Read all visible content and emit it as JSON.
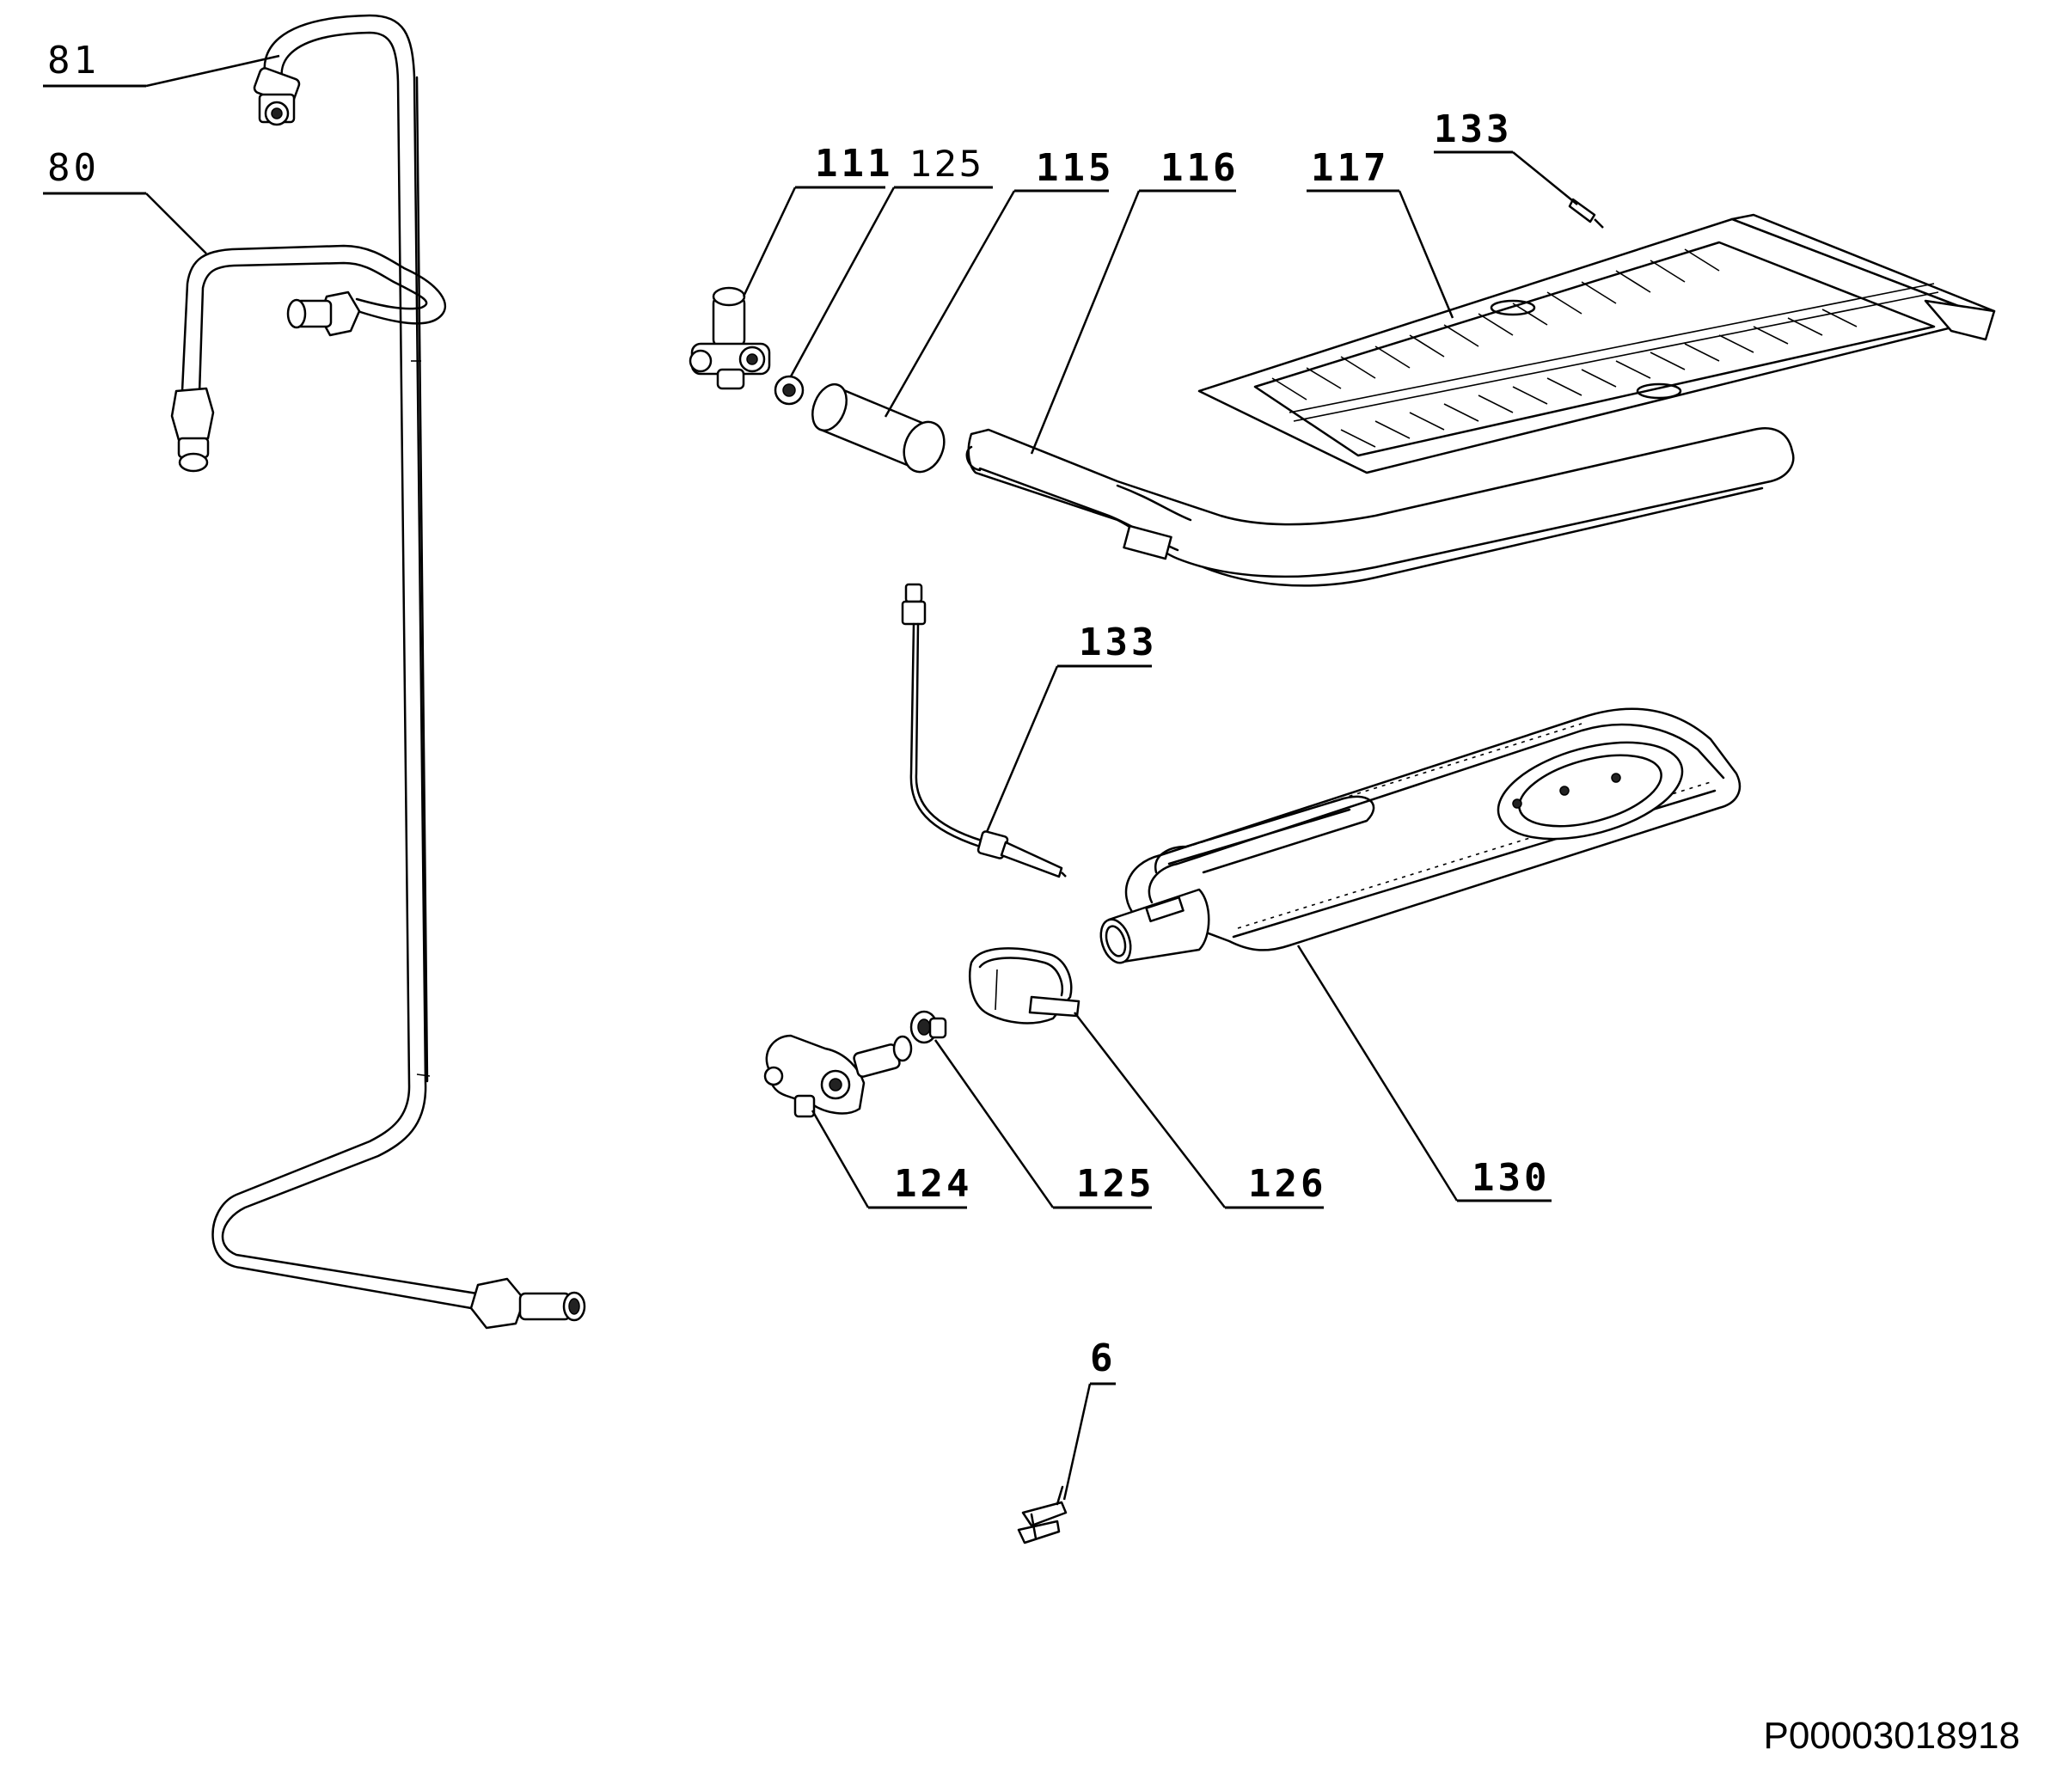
{
  "labels": {
    "l81": "81",
    "l80": "80",
    "l111": "111",
    "l125_top": "125",
    "l115": "115",
    "l116": "116",
    "l117": "117",
    "l133_top": "133",
    "l133_mid": "133",
    "l124": "124",
    "l125_bottom": "125",
    "l126": "126",
    "l130": "130",
    "l6": "6"
  },
  "document_id": "P00003018918"
}
